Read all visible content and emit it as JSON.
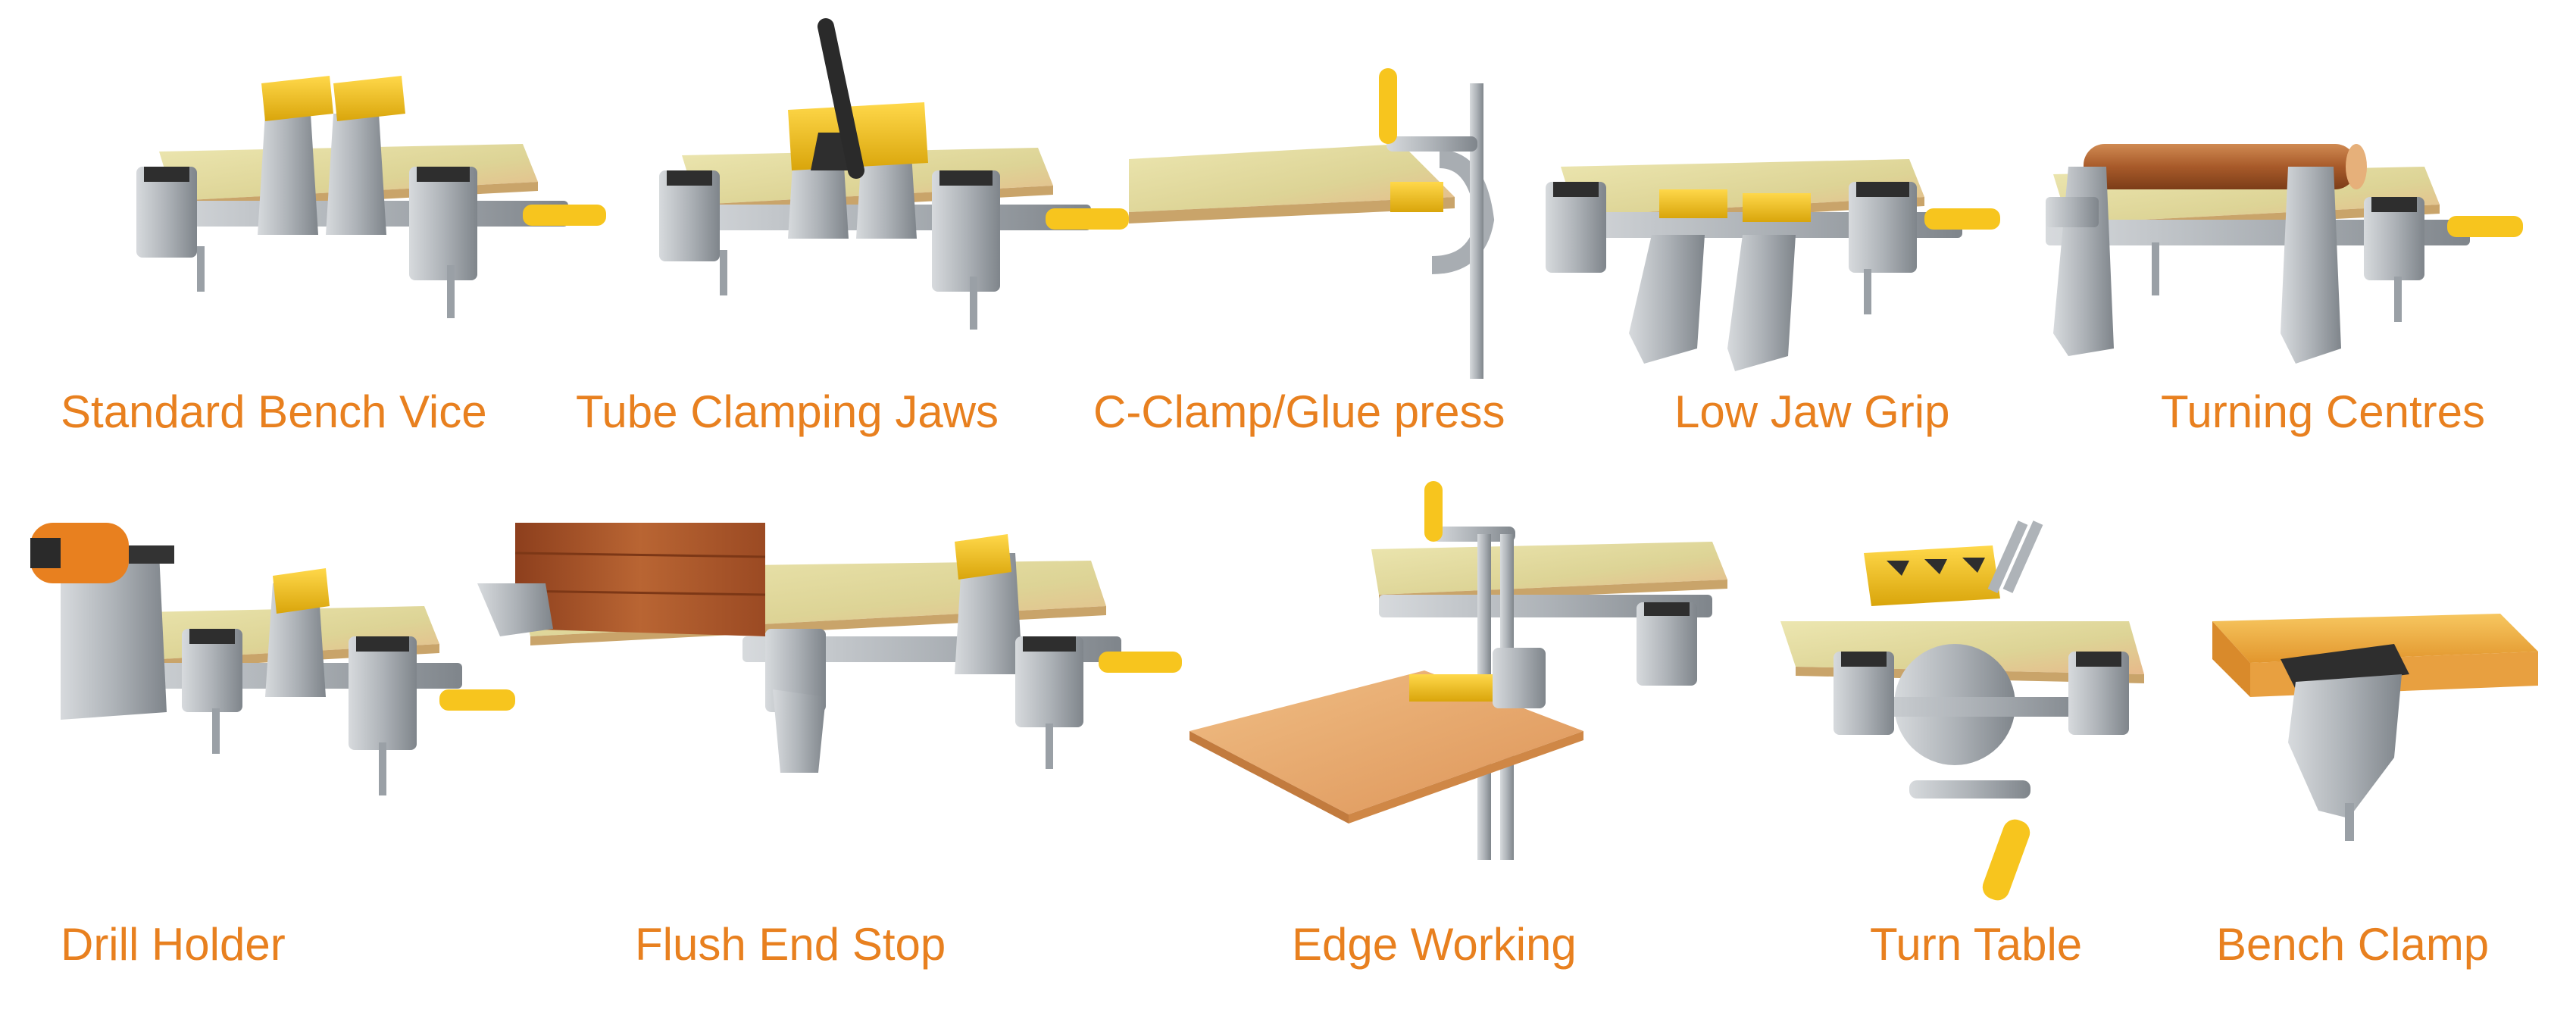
{
  "colors": {
    "caption": "#e8801f",
    "board_top": "#e6dfa3",
    "board_edge": "#c9a46a",
    "metal": "#b7bbbf",
    "metal_dark": "#80868c",
    "jaw_yellow": "#f2c21a",
    "handle_yellow": "#f7c51e",
    "pad_dark": "#2e2e2e",
    "wood_brown": "#a8552a",
    "plywood": "#e9ad72"
  },
  "items": [
    {
      "label": "Standard Bench Vice",
      "icon": "bench-vice-icon"
    },
    {
      "label": "Tube Clamping Jaws",
      "icon": "tube-clamp-icon"
    },
    {
      "label": "C-Clamp/Glue press",
      "icon": "c-clamp-icon"
    },
    {
      "label": "Low Jaw Grip",
      "icon": "low-jaw-icon"
    },
    {
      "label": "Turning Centres",
      "icon": "turning-centres-icon"
    },
    {
      "label": "Drill Holder",
      "icon": "drill-holder-icon"
    },
    {
      "label": "Flush End Stop",
      "icon": "flush-end-stop-icon"
    },
    {
      "label": "Edge Working",
      "icon": "edge-working-icon"
    },
    {
      "label": "Turn Table",
      "icon": "turn-table-icon"
    },
    {
      "label": "Bench Clamp",
      "icon": "bench-clamp-icon"
    }
  ]
}
